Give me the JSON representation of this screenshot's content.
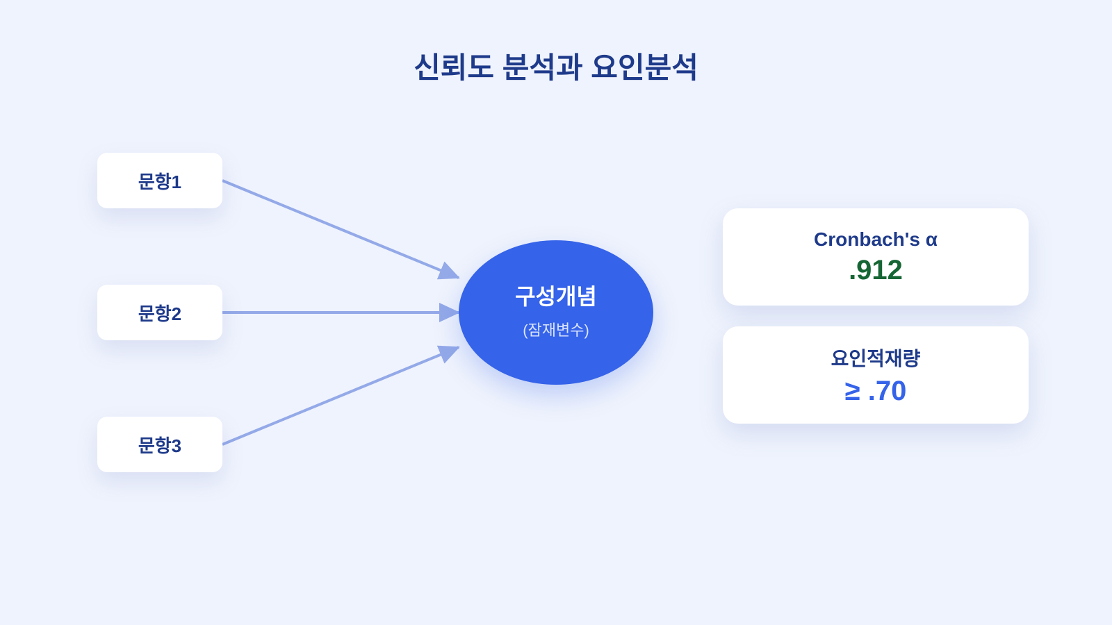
{
  "title": "신뢰도 분석과 요인분석",
  "items": [
    {
      "label": "문항1"
    },
    {
      "label": "문항2"
    },
    {
      "label": "문항3"
    }
  ],
  "construct": {
    "name": "구성개념",
    "sub": "(잠재변수)"
  },
  "stats": [
    {
      "label": "Cronbach's α",
      "value": ".912",
      "color": "#166534"
    },
    {
      "label": "요인적재량",
      "value": "≥ .70",
      "color": "#3563e9"
    }
  ],
  "colors": {
    "background": "#eff3fd",
    "title": "#1e3a8a",
    "construct_fill": "#3563e9",
    "arrow": "#93a9e8"
  }
}
